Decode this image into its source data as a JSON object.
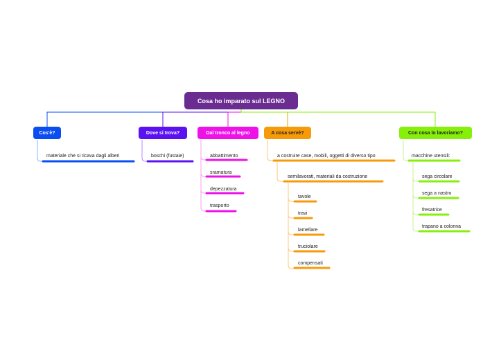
{
  "colors": {
    "root": "#6a2c91",
    "cose": "#0a4df0",
    "dove": "#5b12f0",
    "dal": "#ee12e8",
    "acosa": "#f79a0a",
    "concosa": "#86f00a"
  },
  "root": {
    "label": "Cosa ho imparato sul LEGNO"
  },
  "branches": {
    "cose": {
      "label": "Cos'è?",
      "items": [
        "materiale che si ricava dagli alberi"
      ]
    },
    "dove": {
      "label": "Dove si trova?",
      "items": [
        "boschi (fustaie)"
      ]
    },
    "dal": {
      "label": "Dal tronco al legno",
      "items": [
        "abbattimento",
        "sramatura",
        "depezzatura",
        "trasporto"
      ]
    },
    "acosa": {
      "label": "A cosa servè?",
      "item1": "a costruire case, mobili, oggetti di diverso tipo",
      "item2": "semilavorati, materiali da costruzione",
      "sub": [
        "tavole",
        "travi",
        "lamellare",
        "truciolare",
        "compensati"
      ]
    },
    "concosa": {
      "label": "Con cosa lo lavoriamo?",
      "item1": "macchine utensili:",
      "sub": [
        "sega circolare",
        "sega a nastro",
        "fresatrice",
        "trapano a colonna"
      ]
    }
  }
}
